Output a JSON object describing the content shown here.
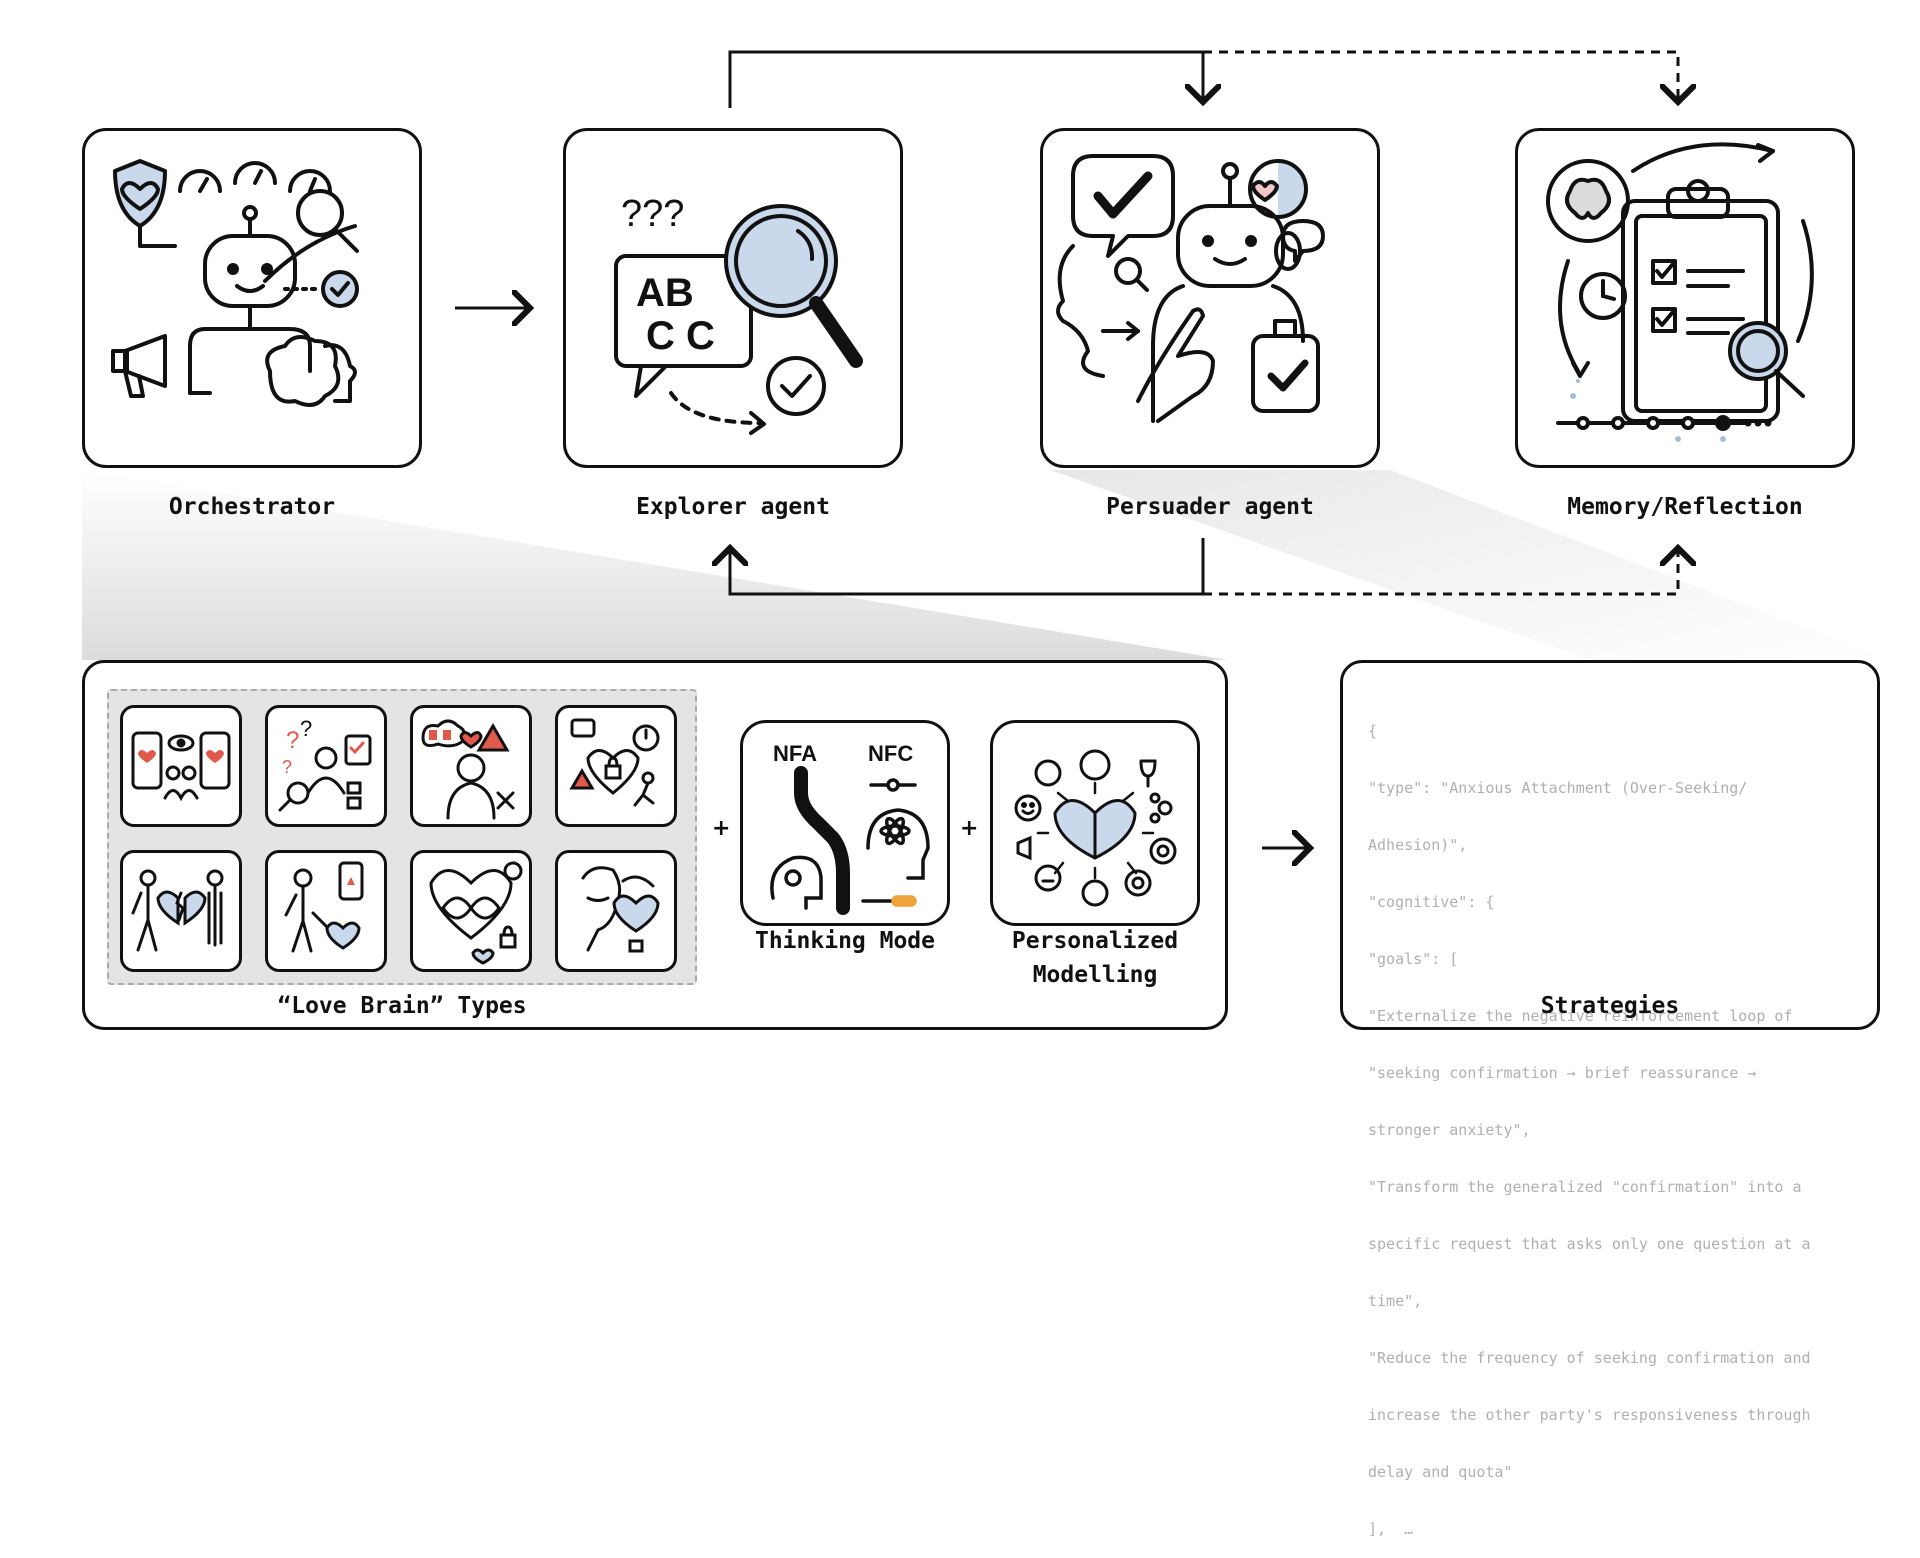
{
  "agents": {
    "orchestrator": "Orchestrator",
    "explorer": "Explorer agent",
    "persuader": "Persuader agent",
    "memory": "Memory/Reflection"
  },
  "bottom": {
    "love_brain_types": "“Love Brain” Types",
    "thinking_mode": "Thinking Mode",
    "nfa": "NFA",
    "nfc": "NFC",
    "personalized_line1": "Personalized",
    "personalized_line2": "Modelling",
    "plus": "+",
    "strategies": "Strategies"
  },
  "strategy_json": {
    "lines": [
      "{",
      "\"type\": \"Anxious Attachment (Over-Seeking/",
      "Adhesion)\",",
      "\"cognitive\": {",
      "\"goals\": [",
      "\"Externalize the negative reinforcement loop of",
      "\"seeking confirmation → brief reassurance →",
      "stronger anxiety\",",
      "\"Transform the generalized \"confirmation\" into a",
      "specific request that asks only one question at a",
      "time\",",
      "\"Reduce the frequency of seeking confirmation and",
      "increase the other party's responsiveness through",
      "delay and quota\"",
      "],  …"
    ]
  },
  "icons": {
    "explorer_letters": [
      "AB",
      "C C"
    ],
    "explorer_question": "???"
  },
  "colors": {
    "stroke": "#111111",
    "accent_blue": "#c9d8ea",
    "accent_red": "#e05a4b",
    "gray_bg": "#e4e4e4",
    "json_text": "#b0b0b0"
  }
}
